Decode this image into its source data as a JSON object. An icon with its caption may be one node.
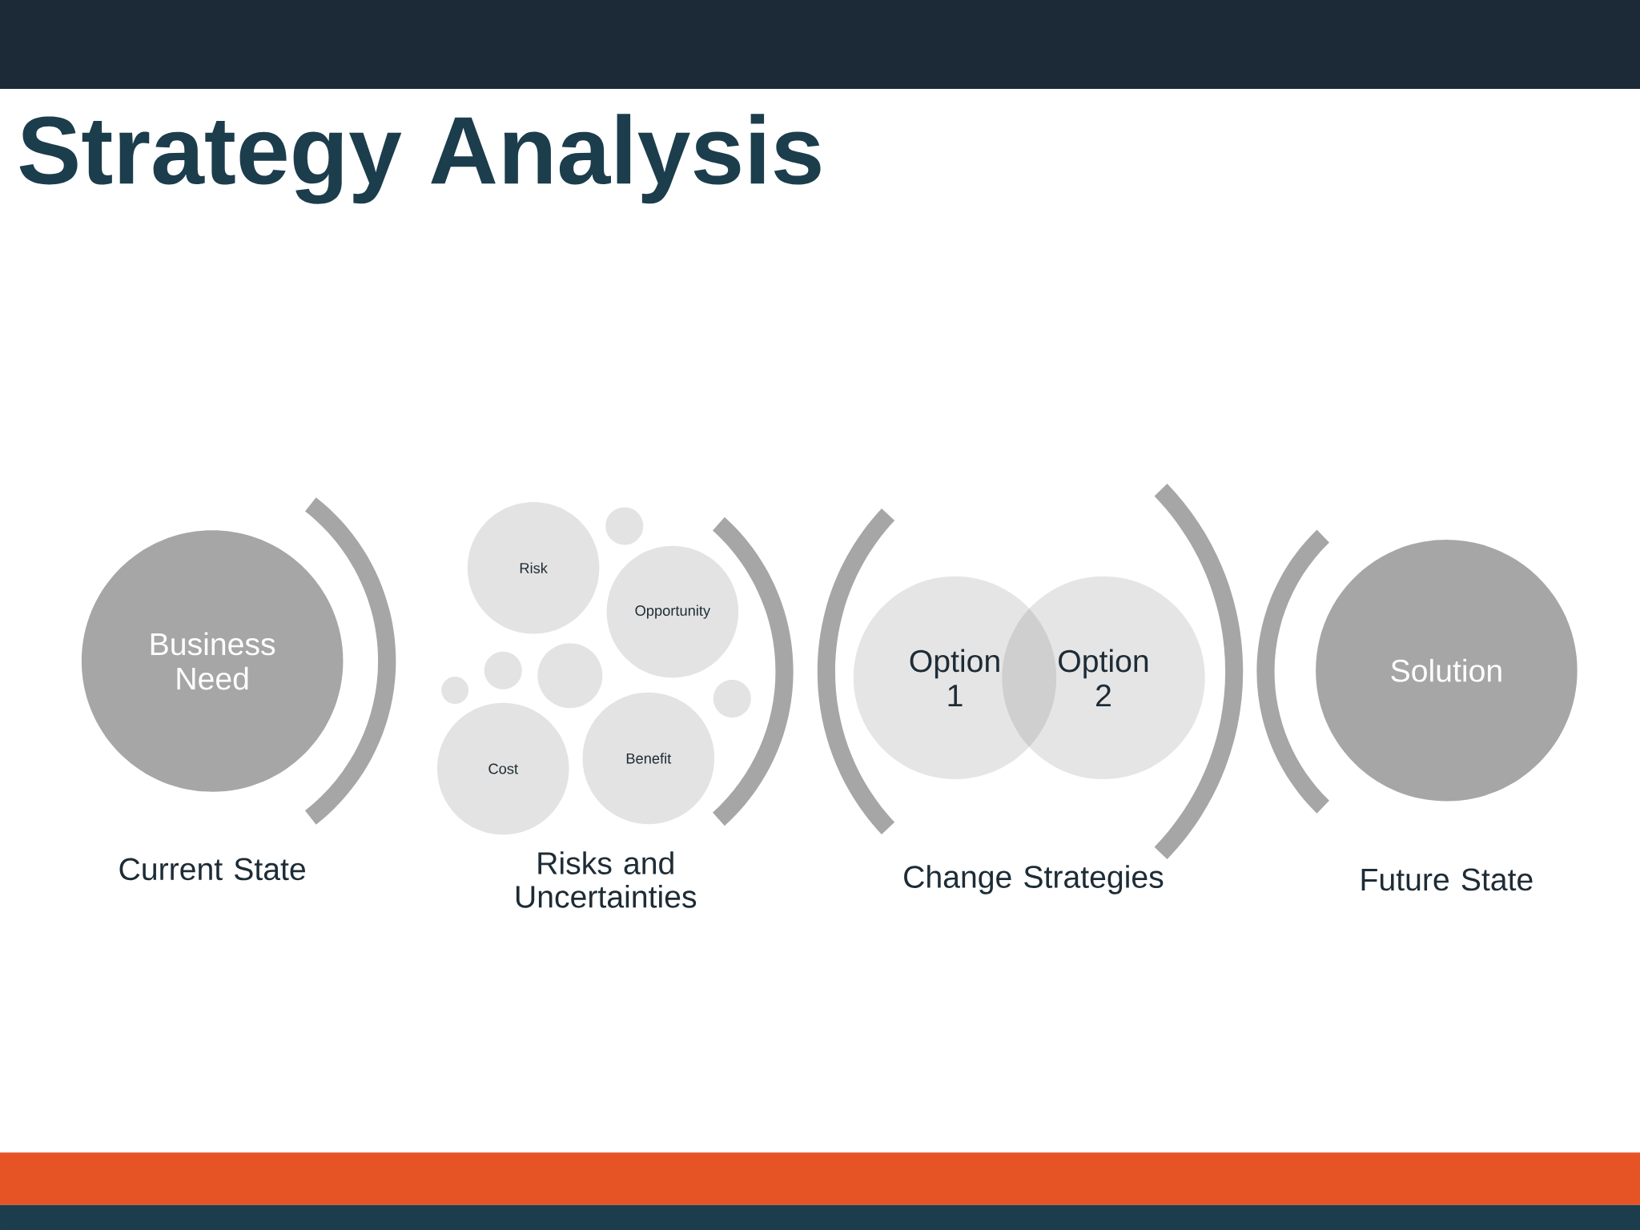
{
  "diagram": {
    "title": "Strategy Analysis",
    "nodes": [
      {
        "text": [
          "Business Need"
        ]
      },
      {
        "text": [
          "Risk"
        ]
      },
      {
        "text": [
          "Opportunity"
        ]
      },
      {
        "text": [
          "Cost"
        ]
      },
      {
        "text": [
          "Benefit"
        ]
      },
      {
        "text": [],
        "shape": "circle"
      },
      {
        "text": [],
        "shape": "circle"
      },
      {
        "text": [],
        "shape": "circle"
      },
      {
        "text": [],
        "shape": "circle"
      },
      {
        "text": [],
        "shape": "circle"
      },
      {
        "text": [
          "Option 1"
        ]
      },
      {
        "text": [
          "Option 2"
        ]
      },
      {
        "text": [
          "Solution"
        ]
      }
    ],
    "labels": [
      "Current State",
      "Risks and Uncertainties",
      "Change Strategies",
      "Future State"
    ]
  }
}
